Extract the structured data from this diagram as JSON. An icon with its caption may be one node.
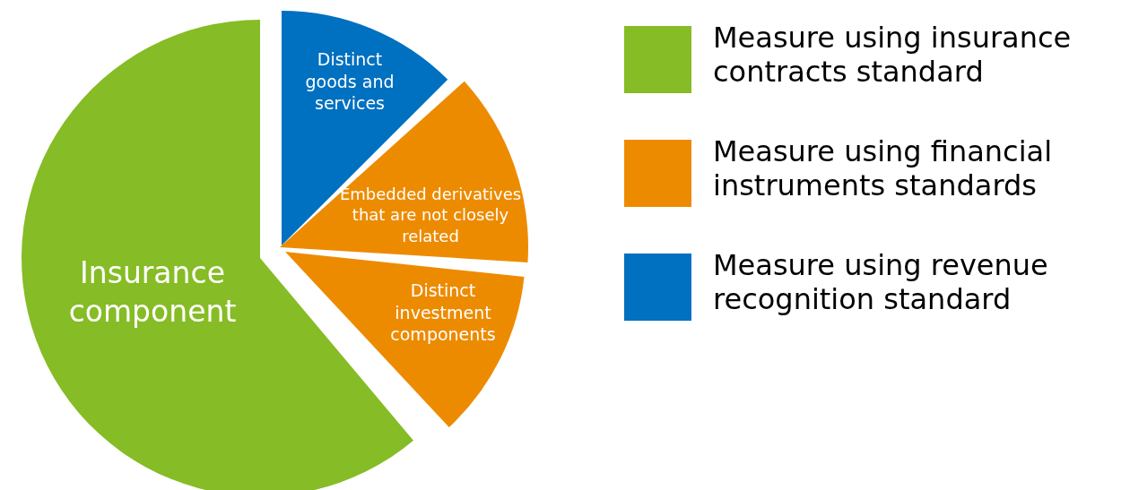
{
  "diagram": {
    "nodes": [
      {
        "text": [
          "Insurance component"
        ]
      },
      {
        "text": [
          "Distinct goods and services"
        ]
      },
      {
        "text": [
          "Embedded derivatives that are not closely related"
        ]
      },
      {
        "text": [
          "Distinct investment components"
        ]
      }
    ],
    "legend": [
      {
        "text": "Measure using insurance contracts standard",
        "color": "#86bc25"
      },
      {
        "text": "Measure using financial instruments standards",
        "color": "#ed8b00"
      },
      {
        "text": "Measure using revenue recognition standard",
        "color": "#0070c0"
      }
    ]
  }
}
